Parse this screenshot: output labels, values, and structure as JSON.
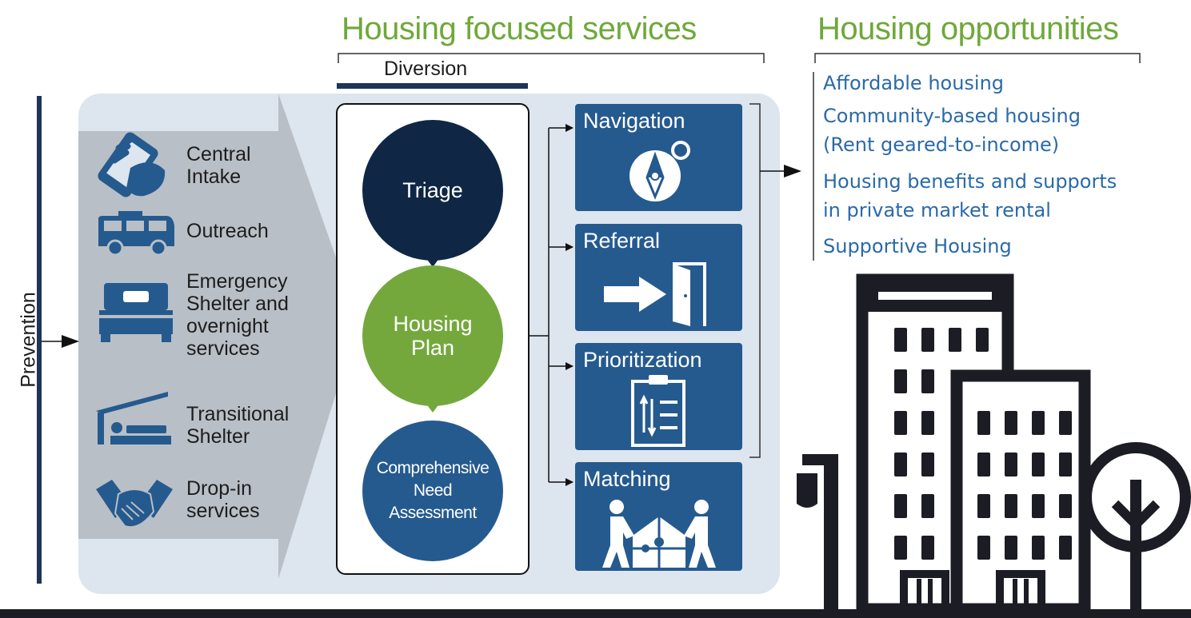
{
  "titles": {
    "services": "Housing focused services",
    "opportunities": "Housing opportunities",
    "diversion": "Diversion",
    "prevention": "Prevention"
  },
  "entry_points": [
    {
      "label": "Central\nIntake",
      "icon": "phone-hand-icon"
    },
    {
      "label": "Outreach",
      "icon": "van-icon"
    },
    {
      "label": "Emergency\nShelter and\novernight\nservices",
      "icon": "bed-icon"
    },
    {
      "label": "Transitional\nShelter",
      "icon": "shelter-icon"
    },
    {
      "label": "Drop-in\nservices",
      "icon": "handshake-icon"
    }
  ],
  "process": {
    "triage": "Triage",
    "housing_plan": "Housing\nPlan",
    "assessment": "Comprehensive\nNeed\nAssessment"
  },
  "services": [
    {
      "label": "Navigation",
      "icon": "compass-icon"
    },
    {
      "label": "Referral",
      "icon": "door-arrow-icon"
    },
    {
      "label": "Prioritization",
      "icon": "clipboard-icon"
    },
    {
      "label": "Matching",
      "icon": "people-puzzle-icon"
    }
  ],
  "opportunities": [
    "Affordable housing",
    "Community-based housing",
    "(Rent geared-to-income)",
    "Housing benefits and supports",
    "in private market rental",
    "Supportive Housing"
  ],
  "colors": {
    "navy": "#0f2744",
    "blue": "#255a8f",
    "green": "#74a83d",
    "panel": "#dde5ee",
    "gray": "#b9bfc6",
    "opportunity_text": "#2a6aa8",
    "building": "#1c1c24"
  }
}
